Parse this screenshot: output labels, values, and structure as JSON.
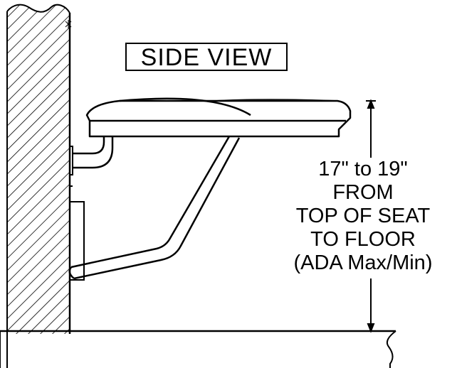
{
  "title": "SIDE VIEW",
  "dimension_note": {
    "lines": [
      "17\" to 19\"",
      "FROM",
      "TOP OF SEAT",
      "TO FLOOR",
      "(ADA Max/Min)"
    ]
  },
  "colors": {
    "line": "#000000",
    "background": "#ffffff"
  }
}
